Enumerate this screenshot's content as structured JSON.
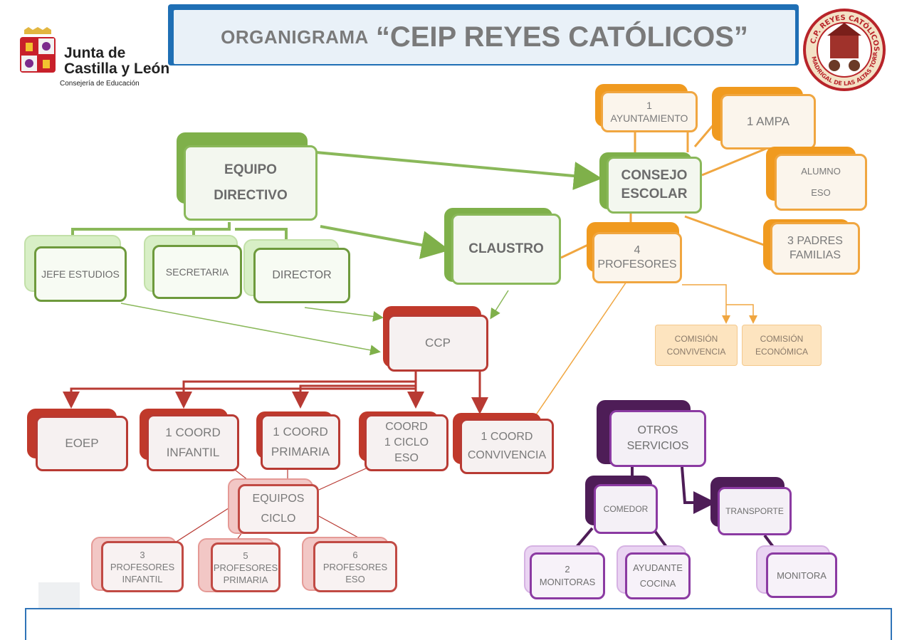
{
  "header": {
    "title_small": "ORGANIGRAMA",
    "title_big": "“CEIP REYES CATÓLICOS”"
  },
  "logo": {
    "line1": "Junta de",
    "line2": "Castilla y León",
    "sub": "Consejería de Educación"
  },
  "seal": {
    "top_text": "C.P. REYES CATÓLICOS",
    "bottom_text": "MADRIGAL DE LAS ALTAS TORRES"
  },
  "nodes": {
    "equipo_directivo": [
      "EQUIPO",
      "DIRECTIVO"
    ],
    "jefe_estudios": [
      "JEFE ESTUDIOS"
    ],
    "secretaria": [
      "SECRETARIA"
    ],
    "director": [
      "DIRECTOR"
    ],
    "claustro": [
      "CLAUSTRO"
    ],
    "consejo_escolar": [
      "CONSEJO",
      "ESCOLAR"
    ],
    "ayuntamiento": [
      "1",
      "AYUNTAMIENTO"
    ],
    "ampa": [
      "1 AMPA"
    ],
    "alumno_eso": [
      "ALUMNO",
      "ESO"
    ],
    "padres": [
      "3 PADRES",
      "FAMILIAS"
    ],
    "profesores4": [
      "4",
      "PROFESORES"
    ],
    "comision_convivencia": [
      "COMISIÓN",
      "CONVIVENCIA"
    ],
    "comision_economica": [
      "COMISIÓN",
      "ECONÓMICA"
    ],
    "ccp": [
      "CCP"
    ],
    "eoep": [
      "EOEP"
    ],
    "coord_infantil": [
      "1 COORD",
      "INFANTIL"
    ],
    "coord_primaria": [
      "1 COORD",
      "PRIMARIA"
    ],
    "coord_eso": [
      "COORD",
      "1 CICLO",
      "ESO"
    ],
    "coord_convivencia": [
      "1 COORD",
      "CONVIVENCIA"
    ],
    "equipos_ciclo": [
      "EQUIPOS",
      "CICLO"
    ],
    "prof_infantil": [
      "3",
      "PROFESORES",
      "INFANTIL"
    ],
    "prof_primaria": [
      "5",
      "PROFESORES",
      "PRIMARIA"
    ],
    "prof_eso": [
      "6",
      "PROFESORES",
      "ESO"
    ],
    "otros_servicios": [
      "OTROS",
      "SERVICIOS"
    ],
    "comedor": [
      "COMEDOR"
    ],
    "transporte": [
      "TRANSPORTE"
    ],
    "monitoras": [
      "2",
      "MONITORAS"
    ],
    "ayudante_cocina": [
      "AYUDANTE",
      "COCINA"
    ],
    "monitora": [
      "MONITORA"
    ]
  },
  "colors": {
    "banner": "#1f6fb5",
    "green": "#8ab85a",
    "red": "#b83a33",
    "orange": "#f0a640",
    "purple": "#8b3aa2"
  }
}
